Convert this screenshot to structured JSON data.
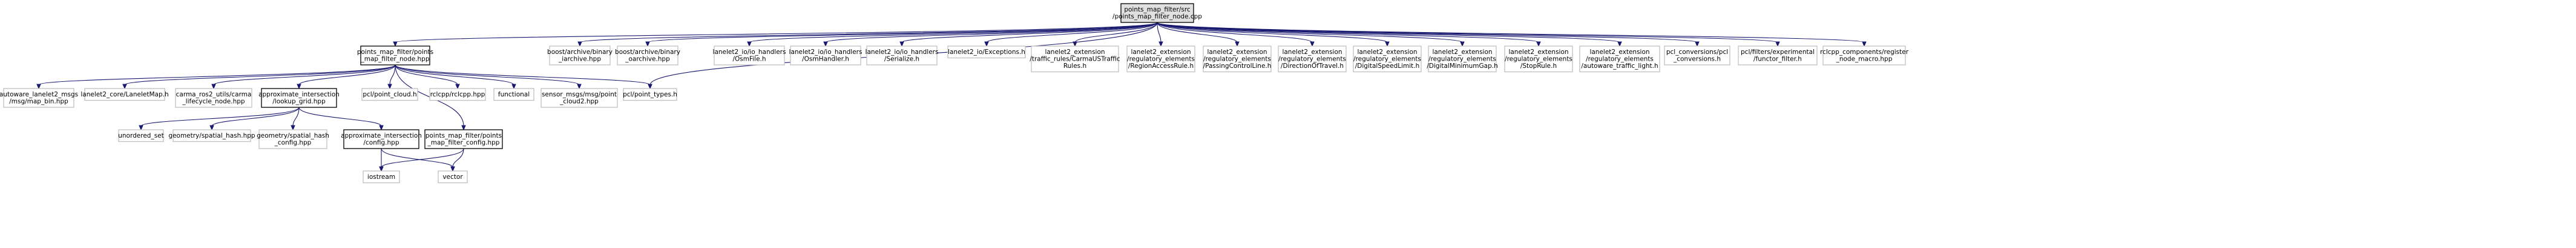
{
  "graph": {
    "accent_color": "#191970",
    "nodes": {
      "root": {
        "lines": [
          "points_map_filter/src",
          "/points_map_filter_node.cpp"
        ],
        "style": "gray"
      },
      "nodehpp": {
        "lines": [
          "points_map_filter/points",
          "_map_filter_node.hpp"
        ],
        "style": "white"
      },
      "b1": {
        "lines": [
          "boost/archive/binary",
          "_iarchive.hpp"
        ],
        "style": "leaf"
      },
      "b2": {
        "lines": [
          "boost/archive/binary",
          "_oarchive.hpp"
        ],
        "style": "leaf"
      },
      "l1": {
        "lines": [
          "lanelet2_io/io_handlers",
          "/OsmFile.h"
        ],
        "style": "leaf"
      },
      "l2": {
        "lines": [
          "lanelet2_io/io_handlers",
          "/OsmHandler.h"
        ],
        "style": "leaf"
      },
      "l3": {
        "lines": [
          "lanelet2_io/io_handlers",
          "/Serialize.h"
        ],
        "style": "leaf"
      },
      "l4": {
        "lines": [
          "lanelet2_io/Exceptions.h"
        ],
        "style": "leaf"
      },
      "e1": {
        "lines": [
          "lanelet2_extension",
          "/traffic_rules/CarmaUSTraffic",
          "Rules.h"
        ],
        "style": "leaf"
      },
      "e2": {
        "lines": [
          "lanelet2_extension",
          "/regulatory_elements",
          "/RegionAccessRule.h"
        ],
        "style": "leaf"
      },
      "e3": {
        "lines": [
          "lanelet2_extension",
          "/regulatory_elements",
          "/PassingControlLine.h"
        ],
        "style": "leaf"
      },
      "e4": {
        "lines": [
          "lanelet2_extension",
          "/regulatory_elements",
          "/DirectionOfTravel.h"
        ],
        "style": "leaf"
      },
      "e5": {
        "lines": [
          "lanelet2_extension",
          "/regulatory_elements",
          "/DigitalSpeedLimit.h"
        ],
        "style": "leaf"
      },
      "e6": {
        "lines": [
          "lanelet2_extension",
          "/regulatory_elements",
          "/DigitalMinimumGap.h"
        ],
        "style": "leaf"
      },
      "e7": {
        "lines": [
          "lanelet2_extension",
          "/regulatory_elements",
          "/StopRule.h"
        ],
        "style": "leaf"
      },
      "e8": {
        "lines": [
          "lanelet2_extension",
          "/regulatory_elements",
          "/autoware_traffic_light.h"
        ],
        "style": "leaf"
      },
      "p1": {
        "lines": [
          "pcl_conversions/pcl",
          "_conversions.h"
        ],
        "style": "leaf"
      },
      "p2": {
        "lines": [
          "pcl/filters/experimental",
          "/functor_filter.h"
        ],
        "style": "leaf"
      },
      "p3": {
        "lines": [
          "rclcpp_components/register",
          "_node_macro.hpp"
        ],
        "style": "leaf"
      },
      "m1": {
        "lines": [
          "autoware_lanelet2_msgs",
          "/msg/map_bin.hpp"
        ],
        "style": "leaf"
      },
      "m2": {
        "lines": [
          "lanelet2_core/LaneletMap.h"
        ],
        "style": "leaf"
      },
      "m3": {
        "lines": [
          "carma_ros2_utils/carma",
          "_lifecycle_node.hpp"
        ],
        "style": "leaf"
      },
      "ai": {
        "lines": [
          "approximate_intersection",
          "/lookup_grid.hpp"
        ],
        "style": "white"
      },
      "pc": {
        "lines": [
          "pcl/point_cloud.h"
        ],
        "style": "leaf"
      },
      "rc": {
        "lines": [
          "rclcpp/rclcpp.hpp"
        ],
        "style": "leaf"
      },
      "fn": {
        "lines": [
          "functional"
        ],
        "style": "leaf"
      },
      "sm": {
        "lines": [
          "sensor_msgs/msg/point",
          "_cloud2.hpp"
        ],
        "style": "leaf"
      },
      "pt": {
        "lines": [
          "pcl/point_types.h"
        ],
        "style": "leaf"
      },
      "us": {
        "lines": [
          "unordered_set"
        ],
        "style": "leaf"
      },
      "gs": {
        "lines": [
          "geometry/spatial_hash.hpp"
        ],
        "style": "leaf"
      },
      "gsc": {
        "lines": [
          "geometry/spatial_hash",
          "_config.hpp"
        ],
        "style": "leaf"
      },
      "ac": {
        "lines": [
          "approximate_intersection",
          "/config.hpp"
        ],
        "style": "white"
      },
      "pmc": {
        "lines": [
          "points_map_filter/points",
          "_map_filter_config.hpp"
        ],
        "style": "white"
      },
      "io": {
        "lines": [
          "iostream"
        ],
        "style": "leaf"
      },
      "vec": {
        "lines": [
          "vector"
        ],
        "style": "leaf"
      }
    },
    "edges": [
      [
        "root",
        "nodehpp"
      ],
      [
        "root",
        "b1"
      ],
      [
        "root",
        "b2"
      ],
      [
        "root",
        "l1"
      ],
      [
        "root",
        "l2"
      ],
      [
        "root",
        "l3"
      ],
      [
        "root",
        "l4"
      ],
      [
        "root",
        "e1"
      ],
      [
        "root",
        "e2"
      ],
      [
        "root",
        "e3"
      ],
      [
        "root",
        "e4"
      ],
      [
        "root",
        "e5"
      ],
      [
        "root",
        "e6"
      ],
      [
        "root",
        "e7"
      ],
      [
        "root",
        "e8"
      ],
      [
        "root",
        "p1"
      ],
      [
        "root",
        "p2"
      ],
      [
        "root",
        "p3"
      ],
      [
        "root",
        "pt"
      ],
      [
        "nodehpp",
        "m1"
      ],
      [
        "nodehpp",
        "m2"
      ],
      [
        "nodehpp",
        "m3"
      ],
      [
        "nodehpp",
        "ai"
      ],
      [
        "nodehpp",
        "pc"
      ],
      [
        "nodehpp",
        "rc"
      ],
      [
        "nodehpp",
        "fn"
      ],
      [
        "nodehpp",
        "sm"
      ],
      [
        "nodehpp",
        "pt"
      ],
      [
        "nodehpp",
        "pmc"
      ],
      [
        "ai",
        "us"
      ],
      [
        "ai",
        "gs"
      ],
      [
        "ai",
        "gsc"
      ],
      [
        "ai",
        "ac"
      ],
      [
        "ac",
        "io"
      ],
      [
        "ac",
        "vec"
      ],
      [
        "pmc",
        "io"
      ],
      [
        "pmc",
        "vec"
      ]
    ]
  }
}
